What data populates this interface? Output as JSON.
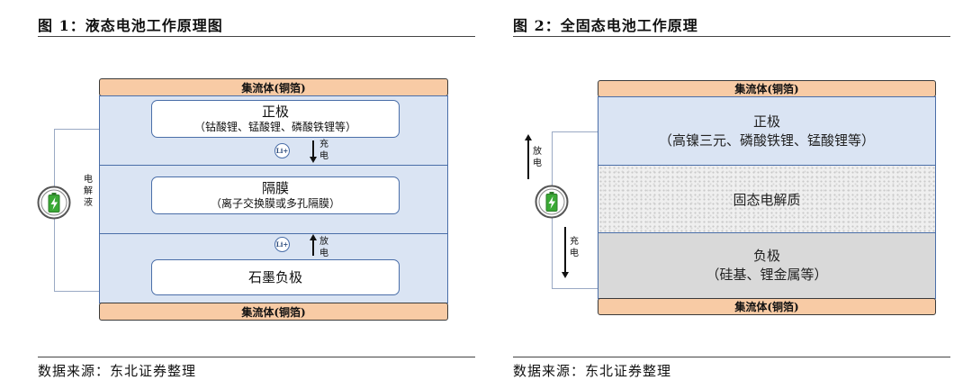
{
  "figure1": {
    "title": "图  1：液态电池工作原理图",
    "collector_top": "集流体(铜箔)",
    "collector_bottom": "集流体(铜箔)",
    "cathode_name": "正极",
    "cathode_detail": "（钴酸锂、锰酸锂、磷酸铁锂等）",
    "separator_name": "隔膜",
    "separator_detail": "（离子交换膜或多孔隔膜）",
    "anode_name": "石墨负极",
    "ion_label": "Li+",
    "charge_label": "充电",
    "discharge_label": "放电",
    "electrolyte_label": "电解液",
    "source": "数据来源：东北证券整理"
  },
  "figure2": {
    "title": "图  2：全固态电池工作原理",
    "collector_top": "集流体(铜箔)",
    "collector_bottom": "集流体(铜箔)",
    "cathode_name": "正极",
    "cathode_detail": "（高镍三元、磷酸铁锂、锰酸锂等）",
    "electrolyte_name": "固态电解质",
    "anode_name": "负极",
    "anode_detail": "（硅基、锂金属等）",
    "discharge_label": "放电",
    "charge_label": "充电",
    "source": "数据来源：东北证券整理"
  },
  "colors": {
    "collector": "#f8cba5",
    "zone": "#dae4f3",
    "border_blue": "#4a6ea8",
    "anode_gray": "#d9d9d9",
    "battery_green": "#3aa935"
  },
  "icons": [
    "battery-icon",
    "arrow-down-icon",
    "arrow-up-icon",
    "li-ion-icon"
  ]
}
